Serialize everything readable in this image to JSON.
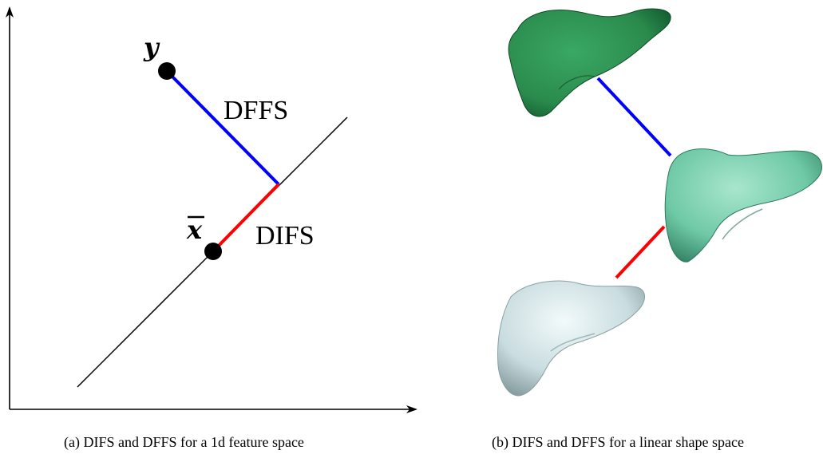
{
  "panel_a": {
    "label_y": "y",
    "label_xbar": "x",
    "label_dffs": "DFFS",
    "label_difs": "DIFS",
    "caption": "(a)  DIFS and DFFS for a 1d feature space"
  },
  "panel_b": {
    "caption": "(b)  DIFS and DFFS for a linear shape space"
  },
  "colors": {
    "dffs_line": "#0000ff",
    "difs_line": "#ff0000",
    "liver_top": "#2e8b4e",
    "liver_mid": "#6fc9a6",
    "liver_bottom": "#c9dcdf",
    "axes": "#000000"
  }
}
